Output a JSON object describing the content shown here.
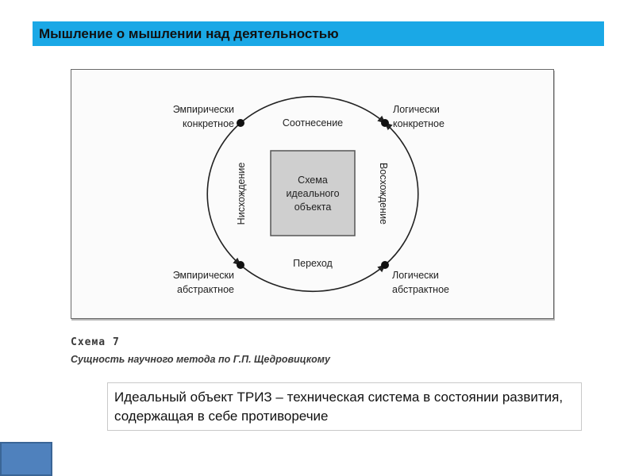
{
  "slide_title": "Мышление о мышлении над деятельностью",
  "diagram": {
    "center_box": [
      "Схема",
      "идеального",
      "объекта"
    ],
    "nodes": {
      "top_left": [
        "Эмпирически",
        "конкретное"
      ],
      "top_right": [
        "Логически",
        "конкретное"
      ],
      "bottom_left": [
        "Эмпирически",
        "абстрактное"
      ],
      "bottom_right": [
        "Логически",
        "абстрактное"
      ]
    },
    "edges": {
      "top": "Соотнесение",
      "bottom": "Переход",
      "left": "Нисхождение",
      "right": "Восхождение"
    }
  },
  "caption": {
    "number": "Схема 7",
    "text": "Сущность научного метода по Г.П. Щедровицкому"
  },
  "note": "Идеальный объект ТРИЗ – техническая система в состоянии развития, содержащая в себе противоречие",
  "colors": {
    "title_bar": "#1aa8e6",
    "center_box_fill": "#cfcfcf",
    "corner_square": "#4f81bd"
  }
}
